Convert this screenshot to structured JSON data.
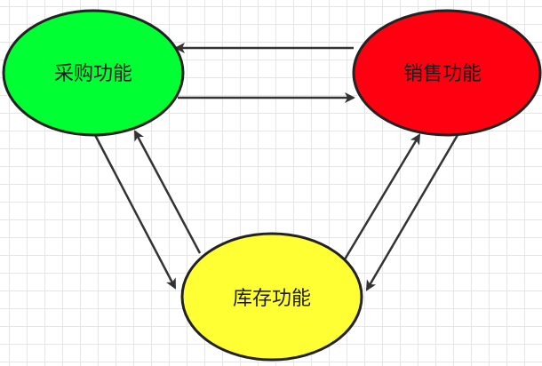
{
  "diagram": {
    "nodes": [
      {
        "id": "purchase",
        "label": "采购功能",
        "fill": "#00ff33"
      },
      {
        "id": "sales",
        "label": "销售功能",
        "fill": "#ff0011"
      },
      {
        "id": "inventory",
        "label": "库存功能",
        "fill": "#ffff33"
      }
    ],
    "edges": [
      {
        "from": "sales",
        "to": "purchase"
      },
      {
        "from": "purchase",
        "to": "sales"
      },
      {
        "from": "purchase",
        "to": "inventory"
      },
      {
        "from": "inventory",
        "to": "purchase"
      },
      {
        "from": "inventory",
        "to": "sales"
      },
      {
        "from": "sales",
        "to": "inventory"
      }
    ],
    "stroke_color": "#222222",
    "edge_color": "#333333"
  }
}
